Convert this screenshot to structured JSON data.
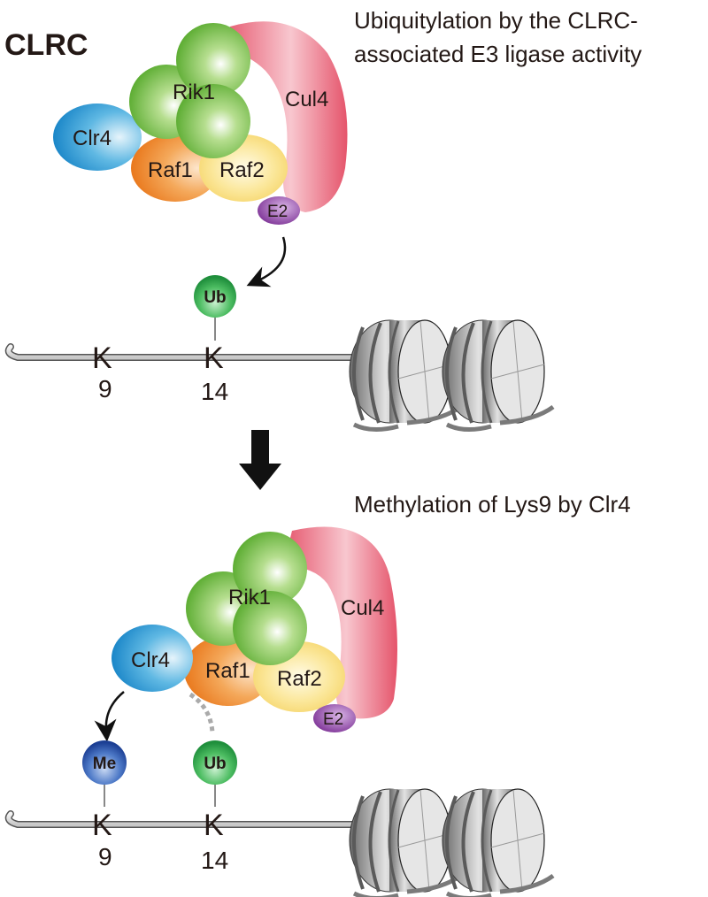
{
  "complex_label": "CLRC",
  "step1": {
    "caption_line1": "Ubiquitylation by the CLRC-",
    "caption_line2": "associated E3 ligase activity"
  },
  "step2": {
    "caption": "Methylation of Lys9 by Clr4"
  },
  "proteins": {
    "rik1": "Rik1",
    "cul4": "Cul4",
    "clr4": "Clr4",
    "raf1": "Raf1",
    "raf2": "Raf2",
    "e2": "E2"
  },
  "modifications": {
    "ub": "Ub",
    "me": "Me"
  },
  "residues": {
    "lysine": "K",
    "k9": "9",
    "k14": "14"
  },
  "colors": {
    "rik1": "#7cc24a",
    "cul4": "#e9566e",
    "clr4": "#2b9bd6",
    "raf1": "#ef8a2a",
    "raf2": "#f7d260",
    "e2": "#8a3fa0",
    "ub": "#2aa84a",
    "me": "#2c56a8",
    "nucleosome": "#8a8a8a"
  }
}
